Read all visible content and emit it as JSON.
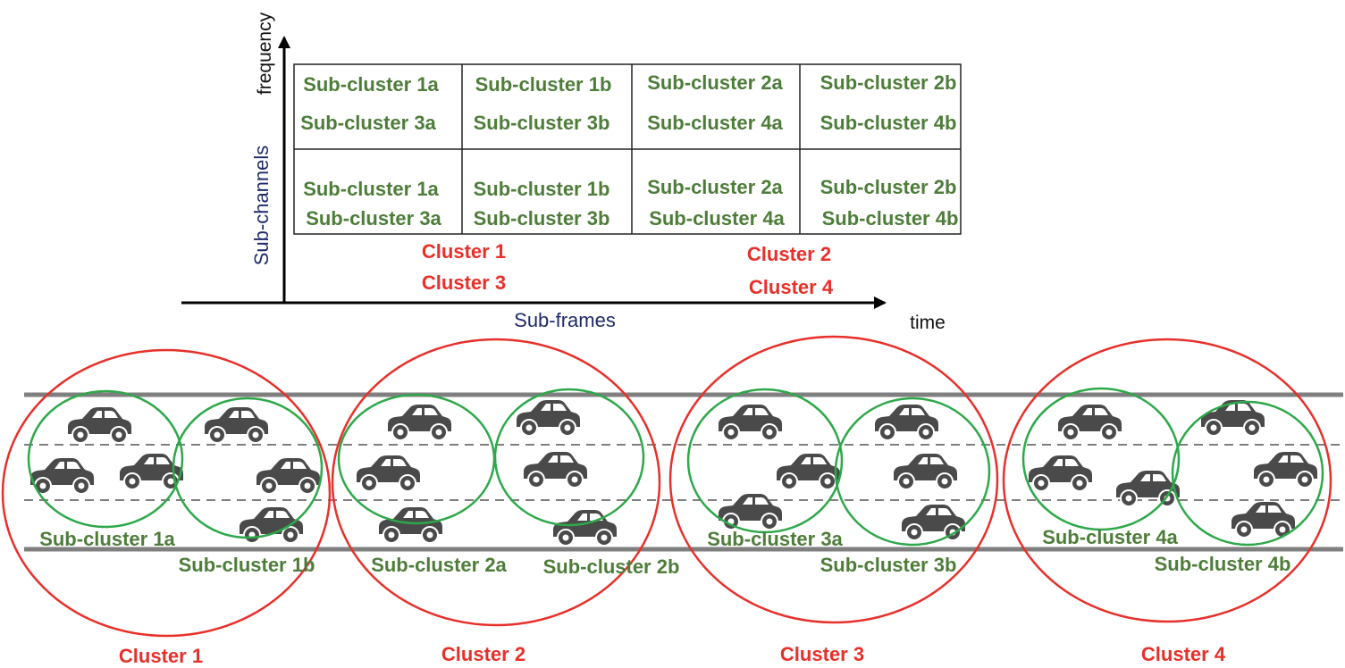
{
  "axes": {
    "y_label": "Sub-channels",
    "y_end_label": "frequency",
    "x_label": "Sub-frames",
    "x_end_label": "time"
  },
  "grid": {
    "rows": [
      [
        [
          "Sub-cluster 1a",
          "Sub-cluster 3a"
        ],
        [
          "Sub-cluster 1b",
          "Sub-cluster 3b"
        ],
        [
          "Sub-cluster 2a",
          "Sub-cluster 4a"
        ],
        [
          "Sub-cluster 2b",
          "Sub-cluster 4b"
        ]
      ],
      [
        [
          "Sub-cluster 1a",
          "Sub-cluster 3a"
        ],
        [
          "Sub-cluster 1b",
          "Sub-cluster 3b"
        ],
        [
          "Sub-cluster 2a",
          "Sub-cluster 4a"
        ],
        [
          "Sub-cluster 2b",
          "Sub-cluster 4b"
        ]
      ]
    ],
    "group_labels": [
      [
        "Cluster 1",
        "Cluster 3"
      ],
      [
        "Cluster 2",
        "Cluster 4"
      ]
    ]
  },
  "road": {
    "clusters": [
      {
        "label": "Cluster 1",
        "sub_labels": [
          "Sub-cluster 1a",
          "Sub-cluster 1b"
        ]
      },
      {
        "label": "Cluster 2",
        "sub_labels": [
          "Sub-cluster 2a",
          "Sub-cluster 2b"
        ]
      },
      {
        "label": "Cluster 3",
        "sub_labels": [
          "Sub-cluster 3a",
          "Sub-cluster 3b"
        ]
      },
      {
        "label": "Cluster 4",
        "sub_labels": [
          "Sub-cluster 4a",
          "Sub-cluster 4b"
        ]
      }
    ]
  },
  "colors": {
    "cluster_circle": "#e8302a",
    "subcluster_circle": "#2ea84a",
    "subcluster_text": "#4e7d3a",
    "cluster_text": "#e8302a",
    "axis_label": "#1f2a6b",
    "road_line": "#7f7f7f",
    "car": "#4a4a4a"
  },
  "icons": {
    "vehicle": "car-icon"
  }
}
